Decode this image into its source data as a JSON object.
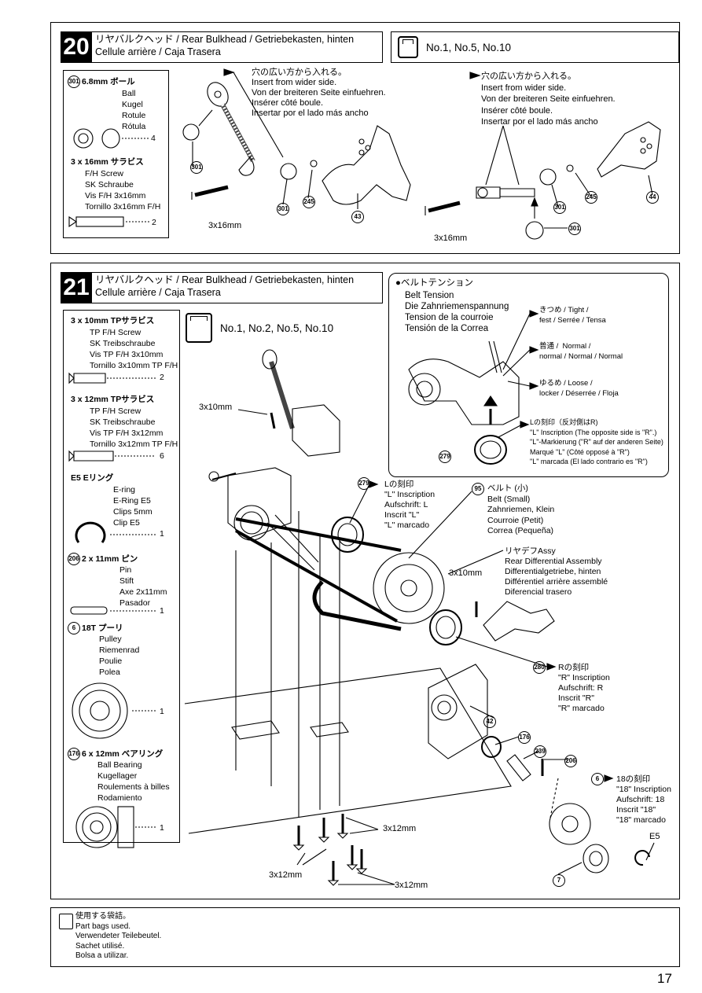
{
  "step20": {
    "number": "20",
    "title_line1": "リヤバルクヘッド / Rear Bulkhead / Getriebekasten, hinten",
    "title_line2": "Cellule arrière / Caja Trasera",
    "bags": "No.1, No.5, No.10",
    "parts": {
      "ball": {
        "id": "301",
        "label_jp": "6.8mm ボール",
        "names": "Ball\nKugel\nRotule\nRótula",
        "qty": "4"
      },
      "screw": {
        "label": "3 x 16mm サラビス",
        "names": "F/H Screw\nSK Schraube\nVis F/H 3x16mm\nTornillo 3x16mm F/H",
        "qty": "2"
      }
    },
    "instruction_left": "穴の広い方から入れる。\nInsert from wider side.\nVon der breiteren Seite einfuehren.\nInsérer côté boule.\nInsertar por el lado más ancho",
    "instruction_right": "穴の広い方から入れる。\nInsert from wider side.\nVon der breiteren Seite einfuehren.\nInsérer côté boule.\nInsertar por el lado más ancho",
    "callouts": {
      "c301a": "301",
      "c301b": "301",
      "c245a": "245",
      "c43": "43",
      "c301c": "301",
      "c245b": "245",
      "c44": "44",
      "c301d": "301"
    },
    "screw_label_left": "3x16mm",
    "screw_label_right": "3x16mm"
  },
  "step21": {
    "number": "21",
    "title_line1": "リヤバルクヘッド / Rear Bulkhead / Getriebekasten, hinten",
    "title_line2": "Cellule arrière / Caja Trasera",
    "bags": "No.1, No.2, No.5, No.10",
    "parts": {
      "screw10": {
        "label": "3 x 10mm  TPサラビス",
        "names": "TP F/H Screw\nSK Treibschraube\nVis TP F/H 3x10mm\nTornillo 3x10mm TP F/H",
        "qty": "2"
      },
      "screw12": {
        "label": "3 x 12mm  TPサラビス",
        "names": "TP F/H Screw\nSK Treibschraube\nVis TP F/H 3x12mm\nTornillo 3x12mm TP F/H",
        "qty": "6"
      },
      "ering": {
        "label": "E5  Eリング",
        "names": "E-ring\nE-Ring E5\nClips 5mm\nClip E5",
        "qty": "1"
      },
      "pin": {
        "id": "206",
        "label": "2 x 11mm  ピン",
        "names": "Pin\nStift\nAxe 2x11mm\nPasador",
        "qty": "1"
      },
      "pulley": {
        "id": "6",
        "label": "18T  プーリ",
        "names": "Pulley\nRiemenrad\nPoulie\nPolea",
        "qty": "1"
      },
      "bearing": {
        "id": "176",
        "label": "6 x 12mm ベアリング",
        "names": "Ball Bearing\nKugellager\nRoulements à billes\nRodamiento",
        "qty": "1"
      }
    },
    "belt_tension": {
      "title": "●ベルトテンション",
      "names": "Belt Tension\nDie Zahnriemenspannung\nTension de la courroie\nTensión de la Correa",
      "tight": "きつめ / Tight /\nfest / Serrée / Tensa",
      "normal": "普通 /  Normal /\nnormal / Normal / Normal",
      "loose": "ゆるめ / Loose /\nlocker / Déserrée / Floja",
      "l_mark": "Lの刻印（反対側はR)\n\"L\" Inscription (The opposite side is \"R\".)\n\"L\"-Markierung (\"R\" auf der anderen Seite)\nMarqué \"L\" (Côté opposé à \"R\")\n\"L\" marcada (El lado contrario es \"R\")",
      "callout": "279"
    },
    "labels": {
      "screw10_top": "3x10mm",
      "l279": "Lの刻印\n\"L\" Inscription\nAufschrift: L\nInscrit \"L\"\n\"L\" marcado",
      "belt95": "ベルト (小)\nBelt (Small)\nZahnriemen, Klein\nCourroie (Petit)\nCorrea (Pequeña)",
      "diff": "リヤデフAssy\nRear Differential Assembly\nDifferentialgetriebe, hinten\nDifférentiel arrière assemblé\nDiferencial trasero",
      "screw10_mid": "3x10mm",
      "r280": "Rの刻印\n\"R\" Inscription\nAufschrift: R\nInscrit \"R\"\n\"R\" marcado",
      "mark18": "18の刻印\n\"18\" Inscription\nAufschrift: 18\nInscrit \"18\"\n\"18\" marcado",
      "e5": "E5",
      "screw12_a": "3x12mm",
      "screw12_b": "3x12mm",
      "screw12_c": "3x12mm"
    },
    "callouts": {
      "c279": "279",
      "c95": "95",
      "c280": "280",
      "c42": "42",
      "c176": "176",
      "c239": "239",
      "c206": "206",
      "c6": "6",
      "c7": "7"
    }
  },
  "footer": {
    "bags_used": "使用する袋詰。\nPart bags used.\nVerwendeter Teilebeutel.\nSachet utilisé.\nBolsa a utilizar."
  },
  "page_number": "17"
}
